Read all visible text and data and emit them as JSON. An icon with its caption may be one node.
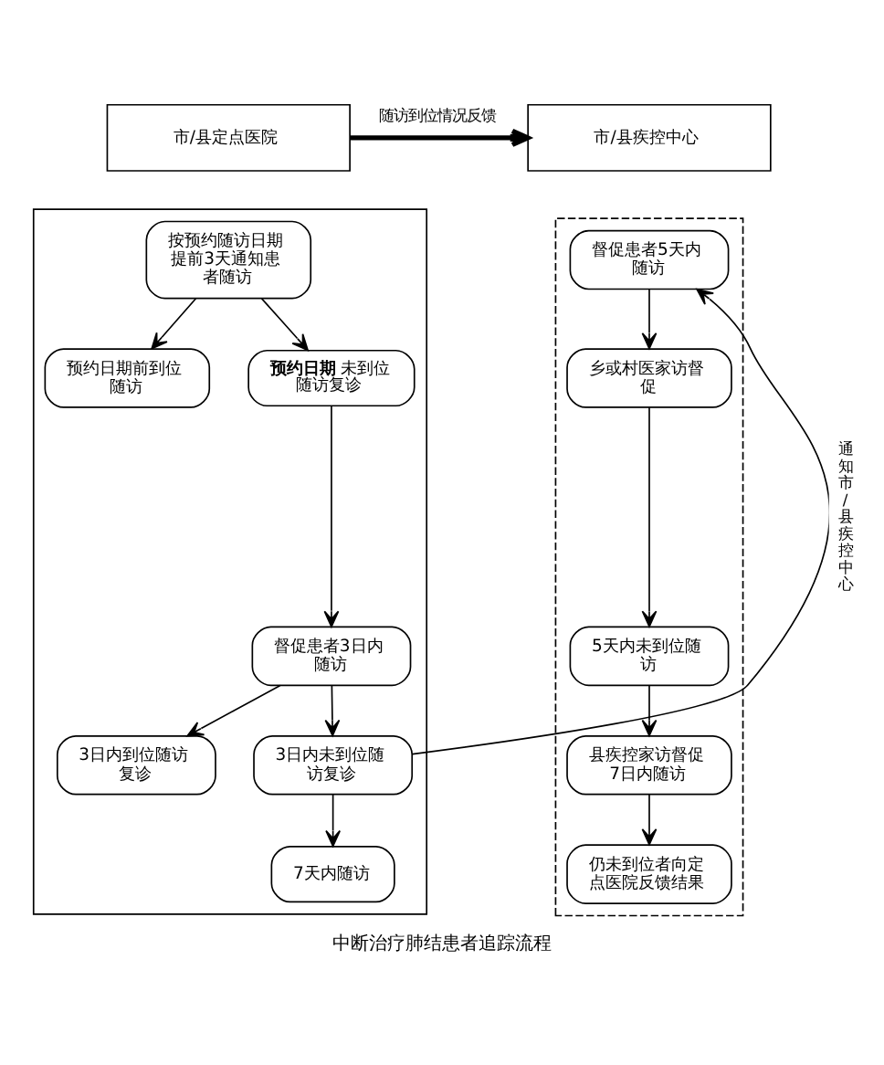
{
  "diagram": {
    "caption": "中断治疗肺结患者追踪流程",
    "nodes": [
      {
        "text": [
          "市/县定点医院"
        ]
      },
      {
        "text": [
          "市/县疾控中心"
        ]
      },
      {
        "text": [],
        "shape": "box"
      },
      {
        "text": [
          "按预约随访日期提前3天通知患者随访"
        ],
        "in": 2
      },
      {
        "text": [
          "预约日期前到位随访"
        ],
        "in": 2
      },
      {
        "text": [
          "**预约日期**未到位随访复诊"
        ],
        "in": 2
      },
      {
        "text": [
          "督促患者3日内随访"
        ],
        "in": 2
      },
      {
        "text": [
          "3日内到位随访复诊"
        ],
        "in": 2
      },
      {
        "text": [
          "3日内未到位随访复诊"
        ],
        "in": 2
      },
      {
        "text": [
          "7天内随访"
        ],
        "in": 2
      },
      {
        "text": [],
        "shape": "box"
      },
      {
        "text": [
          "督促患者5天内随访"
        ],
        "in": 10
      },
      {
        "text": [
          "乡或村医家访督促"
        ],
        "in": 10
      },
      {
        "text": [
          "5天内未到位随访"
        ],
        "in": 10
      },
      {
        "text": [
          "县疾控家访督促7日内随访"
        ],
        "in": 10
      },
      {
        "text": [
          "仍未到位者向定点医院反馈结果"
        ],
        "in": 10
      }
    ],
    "edges": [
      {
        "from": 0,
        "to": 1,
        "arrow": "to",
        "label": "随访到位情况反馈",
        "style": "thick"
      },
      {
        "from": 3,
        "to": 4,
        "arrow": "to"
      },
      {
        "from": 3,
        "to": 5,
        "arrow": "to"
      },
      {
        "from": 5,
        "to": 6,
        "arrow": "to"
      },
      {
        "from": 6,
        "to": 7,
        "arrow": "to"
      },
      {
        "from": 6,
        "to": 8,
        "arrow": "to"
      },
      {
        "from": 8,
        "to": 9,
        "arrow": "to"
      },
      {
        "from": 8,
        "to": 11,
        "arrow": "to",
        "label": "通知市/县疾控中心"
      },
      {
        "from": 11,
        "to": 12,
        "arrow": "to"
      },
      {
        "from": 12,
        "to": 13,
        "arrow": "to"
      },
      {
        "from": 13,
        "to": 14,
        "arrow": "to"
      },
      {
        "from": 14,
        "to": 15,
        "arrow": "to"
      }
    ]
  }
}
